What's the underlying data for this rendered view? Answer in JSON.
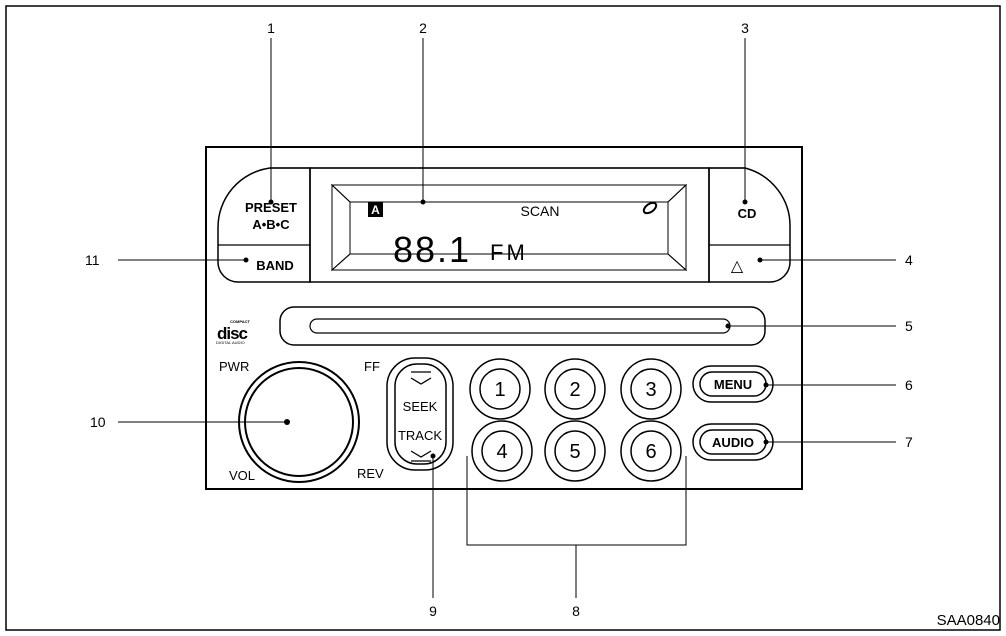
{
  "callouts": [
    "1",
    "2",
    "3",
    "4",
    "5",
    "6",
    "7",
    "8",
    "9",
    "10",
    "11"
  ],
  "controls": {
    "preset_line1": "PRESET",
    "preset_line2": "A•B•C",
    "band": "BAND",
    "cd": "CD",
    "eject_symbol": "△",
    "pwr": "PWR",
    "vol": "VOL",
    "ff": "FF",
    "rev": "REV",
    "seek": "SEEK",
    "track": "TRACK",
    "menu": "MENU",
    "audio": "AUDIO",
    "presets": [
      "1",
      "2",
      "3",
      "4",
      "5",
      "6"
    ]
  },
  "display": {
    "indicator": "A",
    "scan": "SCAN",
    "frequency": "88.1",
    "band": "FM"
  },
  "logo": {
    "line1": "COMPACT",
    "line2": "disc",
    "line3": "DIGITAL AUDIO"
  },
  "figure_code": "SAA0840"
}
